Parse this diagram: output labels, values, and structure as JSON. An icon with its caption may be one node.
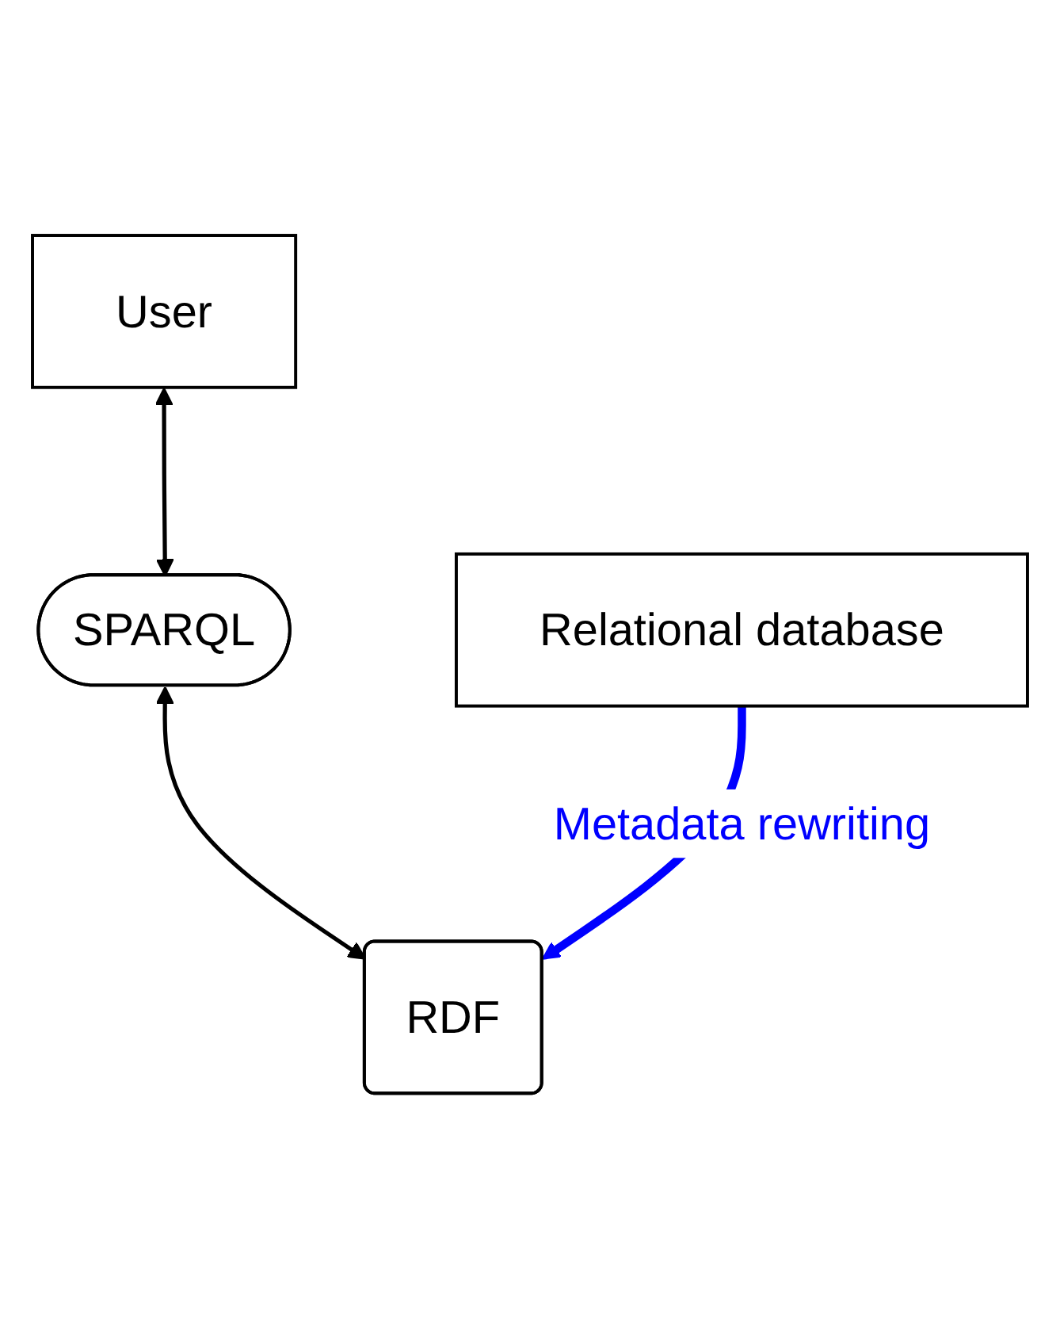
{
  "diagram": {
    "nodes": [
      {
        "text": [
          "User"
        ]
      },
      {
        "text": [
          "SPARQL"
        ]
      },
      {
        "text": [
          "RDF"
        ]
      },
      {
        "text": [
          "Relational database"
        ]
      }
    ],
    "edges": [
      {
        "from": 0,
        "to": 1,
        "arrow": "both"
      },
      {
        "from": 1,
        "to": 2,
        "arrow": "both"
      },
      {
        "from": 3,
        "to": 2,
        "arrow": "to",
        "label": "Metadata rewriting",
        "style": "thick",
        "color": "#0000ff"
      }
    ]
  }
}
